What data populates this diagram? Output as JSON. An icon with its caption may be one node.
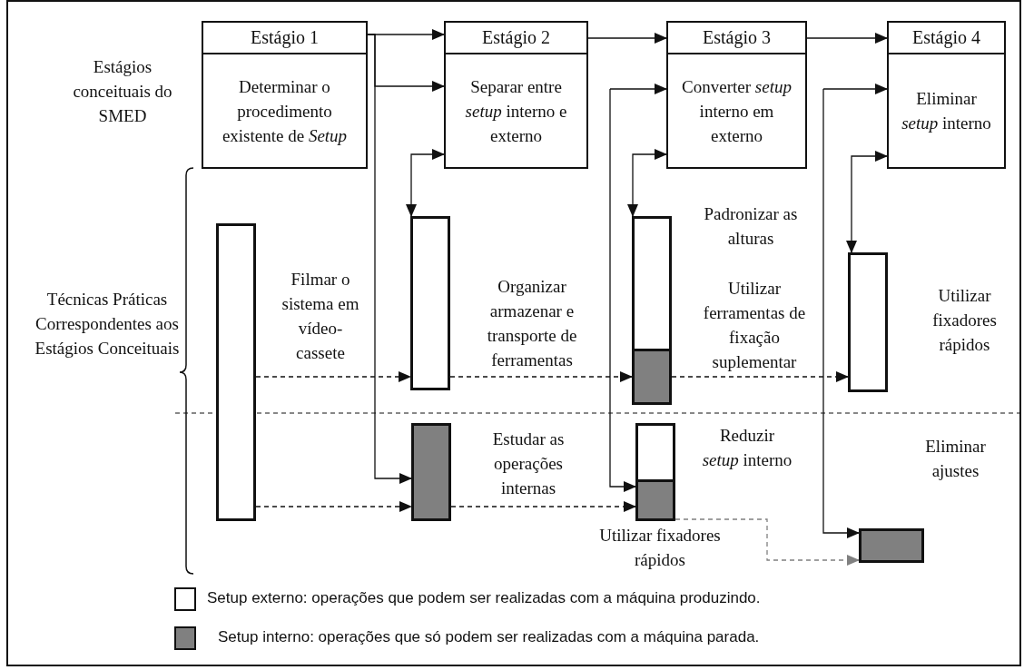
{
  "diagram": {
    "nodes": [
      {
        "text": [
          "Estágio 1",
          "Determinar o procedimento existente de *Setup*"
        ]
      },
      {
        "text": [
          "Estágio 2",
          "Separar entre *setup* interno e externo"
        ]
      },
      {
        "text": [
          "Estágio 3",
          "Converter *setup* interno em externo"
        ]
      },
      {
        "text": [
          "Estágio 4",
          "Eliminar *setup* interno"
        ]
      },
      {
        "text": [],
        "shape": "bar",
        "beside": [
          "Filmar o sistema em vídeo-cassete"
        ]
      },
      {
        "text": [],
        "shape": "bar",
        "beside": [
          "Organizar armazenar e transporte de ferramentas"
        ]
      },
      {
        "text": [],
        "shape": "bar",
        "beside": [
          "Estudar as operações internas"
        ]
      },
      {
        "text": [],
        "shape": "bar",
        "beside": [
          "Padronizar as alturas",
          "Utilizar ferramentas de fixação suplementar"
        ]
      },
      {
        "text": [],
        "shape": "bar",
        "beside": [
          "Reduzir *setup* interno",
          "Utilizar fixadores rápidos"
        ]
      },
      {
        "text": [],
        "shape": "bar",
        "beside": [
          "Utilizar fixadores rápidos"
        ]
      },
      {
        "text": [],
        "shape": "bar"
      }
    ],
    "edges": [
      {
        "from": 0,
        "to": 1,
        "arrow": "to"
      },
      {
        "from": 0,
        "to": 1,
        "arrow": "to"
      },
      {
        "from": 0,
        "to": 6,
        "arrow": "to"
      },
      {
        "from": 1,
        "to": 2,
        "arrow": "to"
      },
      {
        "from": 2,
        "to": 3,
        "arrow": "to"
      },
      {
        "from": 1,
        "to": 5,
        "arrow": "both"
      },
      {
        "from": null,
        "to": 2,
        "arrow": "to"
      },
      {
        "from": null,
        "to": 8,
        "arrow": "to"
      },
      {
        "from": 2,
        "to": 7,
        "arrow": "both"
      },
      {
        "from": null,
        "to": 3,
        "arrow": "to"
      },
      {
        "from": null,
        "to": 10,
        "arrow": "to"
      },
      {
        "from": 3,
        "to": 9,
        "arrow": "both"
      },
      {
        "from": 4,
        "to": 5,
        "arrow": "to",
        "style": "dashed"
      },
      {
        "from": 5,
        "to": 7,
        "arrow": "to",
        "style": "dashed"
      },
      {
        "from": 7,
        "to": 9,
        "arrow": "to",
        "style": "dashed"
      },
      {
        "from": 4,
        "to": 6,
        "arrow": "to",
        "style": "dashed"
      },
      {
        "from": 6,
        "to": 8,
        "arrow": "to",
        "style": "dashed"
      },
      {
        "from": 8,
        "to": 10,
        "arrow": "to",
        "style": "dashed",
        "color": "#808080"
      }
    ],
    "labels": [
      "Estágios conceituais do SMED",
      "Técnicas Práticas Correspondentes aos Estágios Conceituais",
      "Eliminar ajustes"
    ],
    "legend": [
      {
        "text": "Setup externo: operações que podem ser realizadas com a máquina produzindo.",
        "color": "#ffffff"
      },
      {
        "text": "Setup interno: operações que só podem ser realizadas com a máquina parada.",
        "color": "#808080"
      }
    ]
  }
}
